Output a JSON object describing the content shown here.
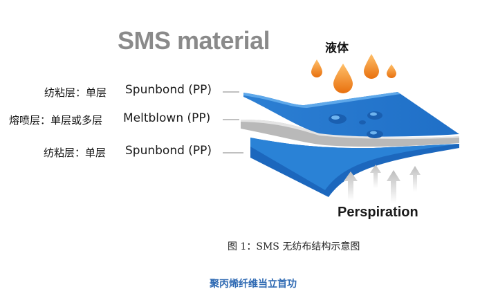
{
  "title": "SMS material",
  "liquid_label": "液体",
  "perspiration_label": "Perspiration",
  "layers": [
    {
      "cn": "纺粘层：单层",
      "en": "Spunbond (PP)"
    },
    {
      "cn": "熔喷层：单层或多层",
      "en": "Meltblown (PP)"
    },
    {
      "cn": "纺粘层：单层",
      "en": "Spunbond (PP)"
    }
  ],
  "caption": "图 1：SMS 无纺布结构示意图",
  "footer_text": "聚丙烯纤维当立首功",
  "colors": {
    "spunbond": "#2a82d6",
    "meltblown": "#b9b9b9",
    "drop": "#f08a1e",
    "arrow": "#cfcfcf",
    "footer": "#2f6ab3"
  }
}
